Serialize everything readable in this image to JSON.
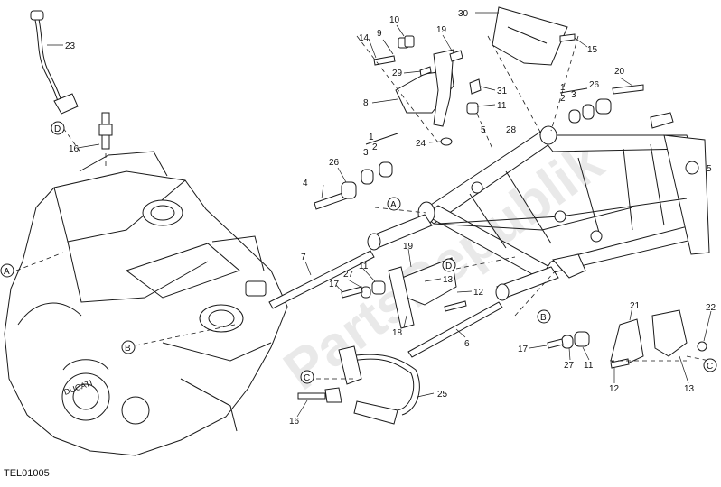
{
  "diagram_code": "TEL01005",
  "watermark": "PartsRepublik",
  "part_numbers": [
    "1",
    "2",
    "3",
    "4",
    "5",
    "6",
    "7",
    "8",
    "9",
    "10",
    "11",
    "12",
    "13",
    "14",
    "15",
    "16",
    "17",
    "18",
    "19",
    "20",
    "21",
    "22",
    "23",
    "24",
    "25",
    "26",
    "27",
    "28",
    "29",
    "30",
    "31"
  ],
  "reference_markers": [
    "A",
    "B",
    "C",
    "D"
  ],
  "callouts": [
    {
      "label": "30"
    },
    {
      "label": "10"
    },
    {
      "label": "19"
    },
    {
      "label": "9"
    },
    {
      "label": "14"
    },
    {
      "label": "15"
    },
    {
      "label": "23"
    },
    {
      "label": "29"
    },
    {
      "label": "31"
    },
    {
      "label": "20"
    },
    {
      "label": "8"
    },
    {
      "label": "11"
    },
    {
      "label": "1"
    },
    {
      "label": "2"
    },
    {
      "label": "3"
    },
    {
      "label": "26"
    },
    {
      "label": "5"
    },
    {
      "label": "24"
    },
    {
      "label": "28"
    },
    {
      "label": "1"
    },
    {
      "label": "2"
    },
    {
      "label": "3"
    },
    {
      "label": "26"
    },
    {
      "label": "4"
    },
    {
      "label": "5"
    },
    {
      "label": "16"
    },
    {
      "label": "7"
    },
    {
      "label": "19"
    },
    {
      "label": "11"
    },
    {
      "label": "13"
    },
    {
      "label": "27"
    },
    {
      "label": "17"
    },
    {
      "label": "12"
    },
    {
      "label": "18"
    },
    {
      "label": "6"
    },
    {
      "label": "21"
    },
    {
      "label": "22"
    },
    {
      "label": "17"
    },
    {
      "label": "27"
    },
    {
      "label": "11"
    },
    {
      "label": "12"
    },
    {
      "label": "13"
    },
    {
      "label": "16"
    },
    {
      "label": "25"
    }
  ],
  "markers": [
    {
      "label": "D"
    },
    {
      "label": "A"
    },
    {
      "label": "A"
    },
    {
      "label": "B"
    },
    {
      "label": "C"
    },
    {
      "label": "D"
    },
    {
      "label": "B"
    },
    {
      "label": "C"
    }
  ]
}
